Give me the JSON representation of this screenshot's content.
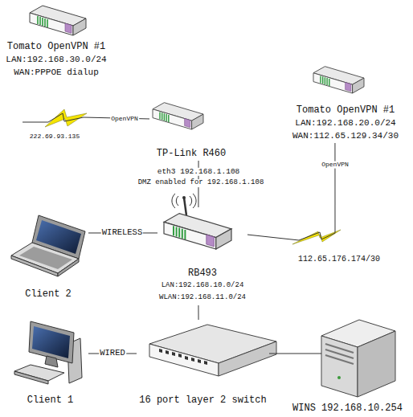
{
  "diagram": {
    "nodes": [
      {
        "text": [
          "Tomato OpenVPN #1",
          "LAN:192.168.30.0/24",
          "WAN:PPPOE dialup"
        ]
      },
      {
        "text": [
          "TP-Link R460"
        ]
      },
      {
        "text": [
          "Tomato OpenVPN #1",
          "LAN:192.168.20.0/24",
          "WAN:112.65.129.34/30"
        ]
      },
      {
        "text": [
          "Client 2"
        ]
      },
      {
        "text": [
          "RB493",
          "LAN:192.168.10.0/24",
          "WLAN:192.168.11.0/24"
        ]
      },
      {
        "text": [
          "Client 1"
        ]
      },
      {
        "text": [
          "16 port layer 2 switch"
        ]
      },
      {
        "text": [
          "WINS 192.168.10.254"
        ]
      }
    ],
    "edges": [
      {
        "from": 0,
        "to": 1,
        "arrow": "none",
        "label": "OpenVPN"
      },
      {
        "from": 1,
        "to": 4,
        "arrow": "none"
      },
      {
        "from": 2,
        "to": 4,
        "arrow": "none",
        "label": "OpenVPN"
      },
      {
        "from": 3,
        "to": 4,
        "arrow": "none",
        "label": "WIRELESS"
      },
      {
        "from": 4,
        "to": 6,
        "arrow": "none"
      },
      {
        "from": 5,
        "to": 6,
        "arrow": "none",
        "label": "WIRED"
      },
      {
        "from": 6,
        "to": 7,
        "arrow": "none"
      }
    ],
    "labels": [
      "222.69.93.135",
      "eth3 192.168.1.108",
      "DMZ enabled for 192.168.1.108",
      "112.65.176.174/30"
    ]
  }
}
